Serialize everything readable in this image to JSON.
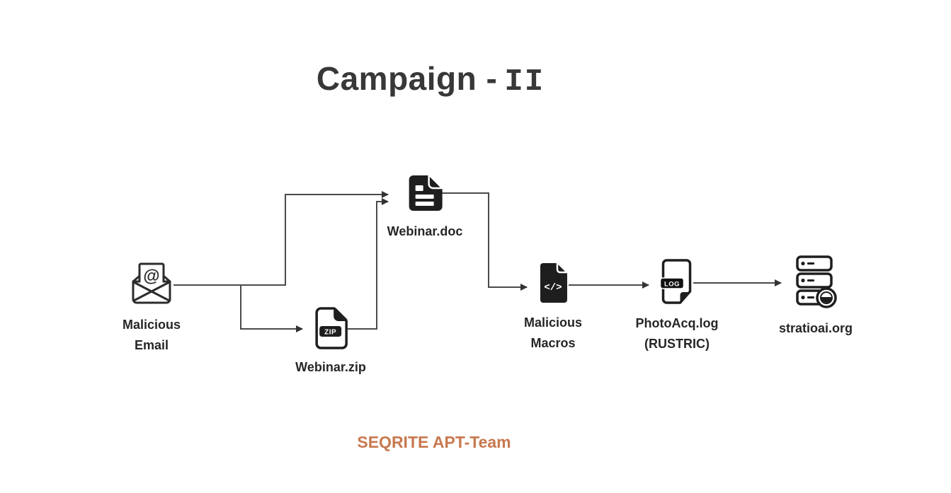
{
  "diagram_type": "attack-chain-flow",
  "title": {
    "prefix": "Campaign -",
    "numeral": "II"
  },
  "footer": {
    "label": "SEQRITE APT-Team",
    "color": "#C8794F"
  },
  "colors": {
    "accent_orange": "#C8794F",
    "line": "#4a4a4a",
    "ink": "#262626",
    "icon_dark": "#1e1e1e"
  },
  "nodes": {
    "email": {
      "line1": "Malicious",
      "line2": "Email",
      "icon": "email-at-icon"
    },
    "zip": {
      "line1": "Webinar.zip",
      "icon": "zip-file-icon",
      "badge": "ZIP"
    },
    "doc": {
      "line1": "Webinar.doc",
      "icon": "doc-file-icon"
    },
    "macros": {
      "line1": "Malicious",
      "line2": "Macros",
      "icon": "code-file-icon",
      "glyph": "</>"
    },
    "log": {
      "line1": "PhotoAcq.log",
      "line2": "(RUSTRIC)",
      "icon": "log-file-icon",
      "badge": "LOG"
    },
    "server": {
      "line1": "stratioai.org",
      "icon": "server-icon"
    }
  },
  "icon_glyphs": {
    "at": "@"
  },
  "edges": [
    {
      "from": "Malicious Email",
      "to": "Webinar.doc"
    },
    {
      "from": "Malicious Email",
      "to": "Webinar.zip"
    },
    {
      "from": "Webinar.zip",
      "to": "Webinar.doc"
    },
    {
      "from": "Webinar.doc",
      "to": "Malicious Macros"
    },
    {
      "from": "Malicious Macros",
      "to": "PhotoAcq.log (RUSTRIC)"
    },
    {
      "from": "PhotoAcq.log (RUSTRIC)",
      "to": "stratioai.org"
    }
  ]
}
